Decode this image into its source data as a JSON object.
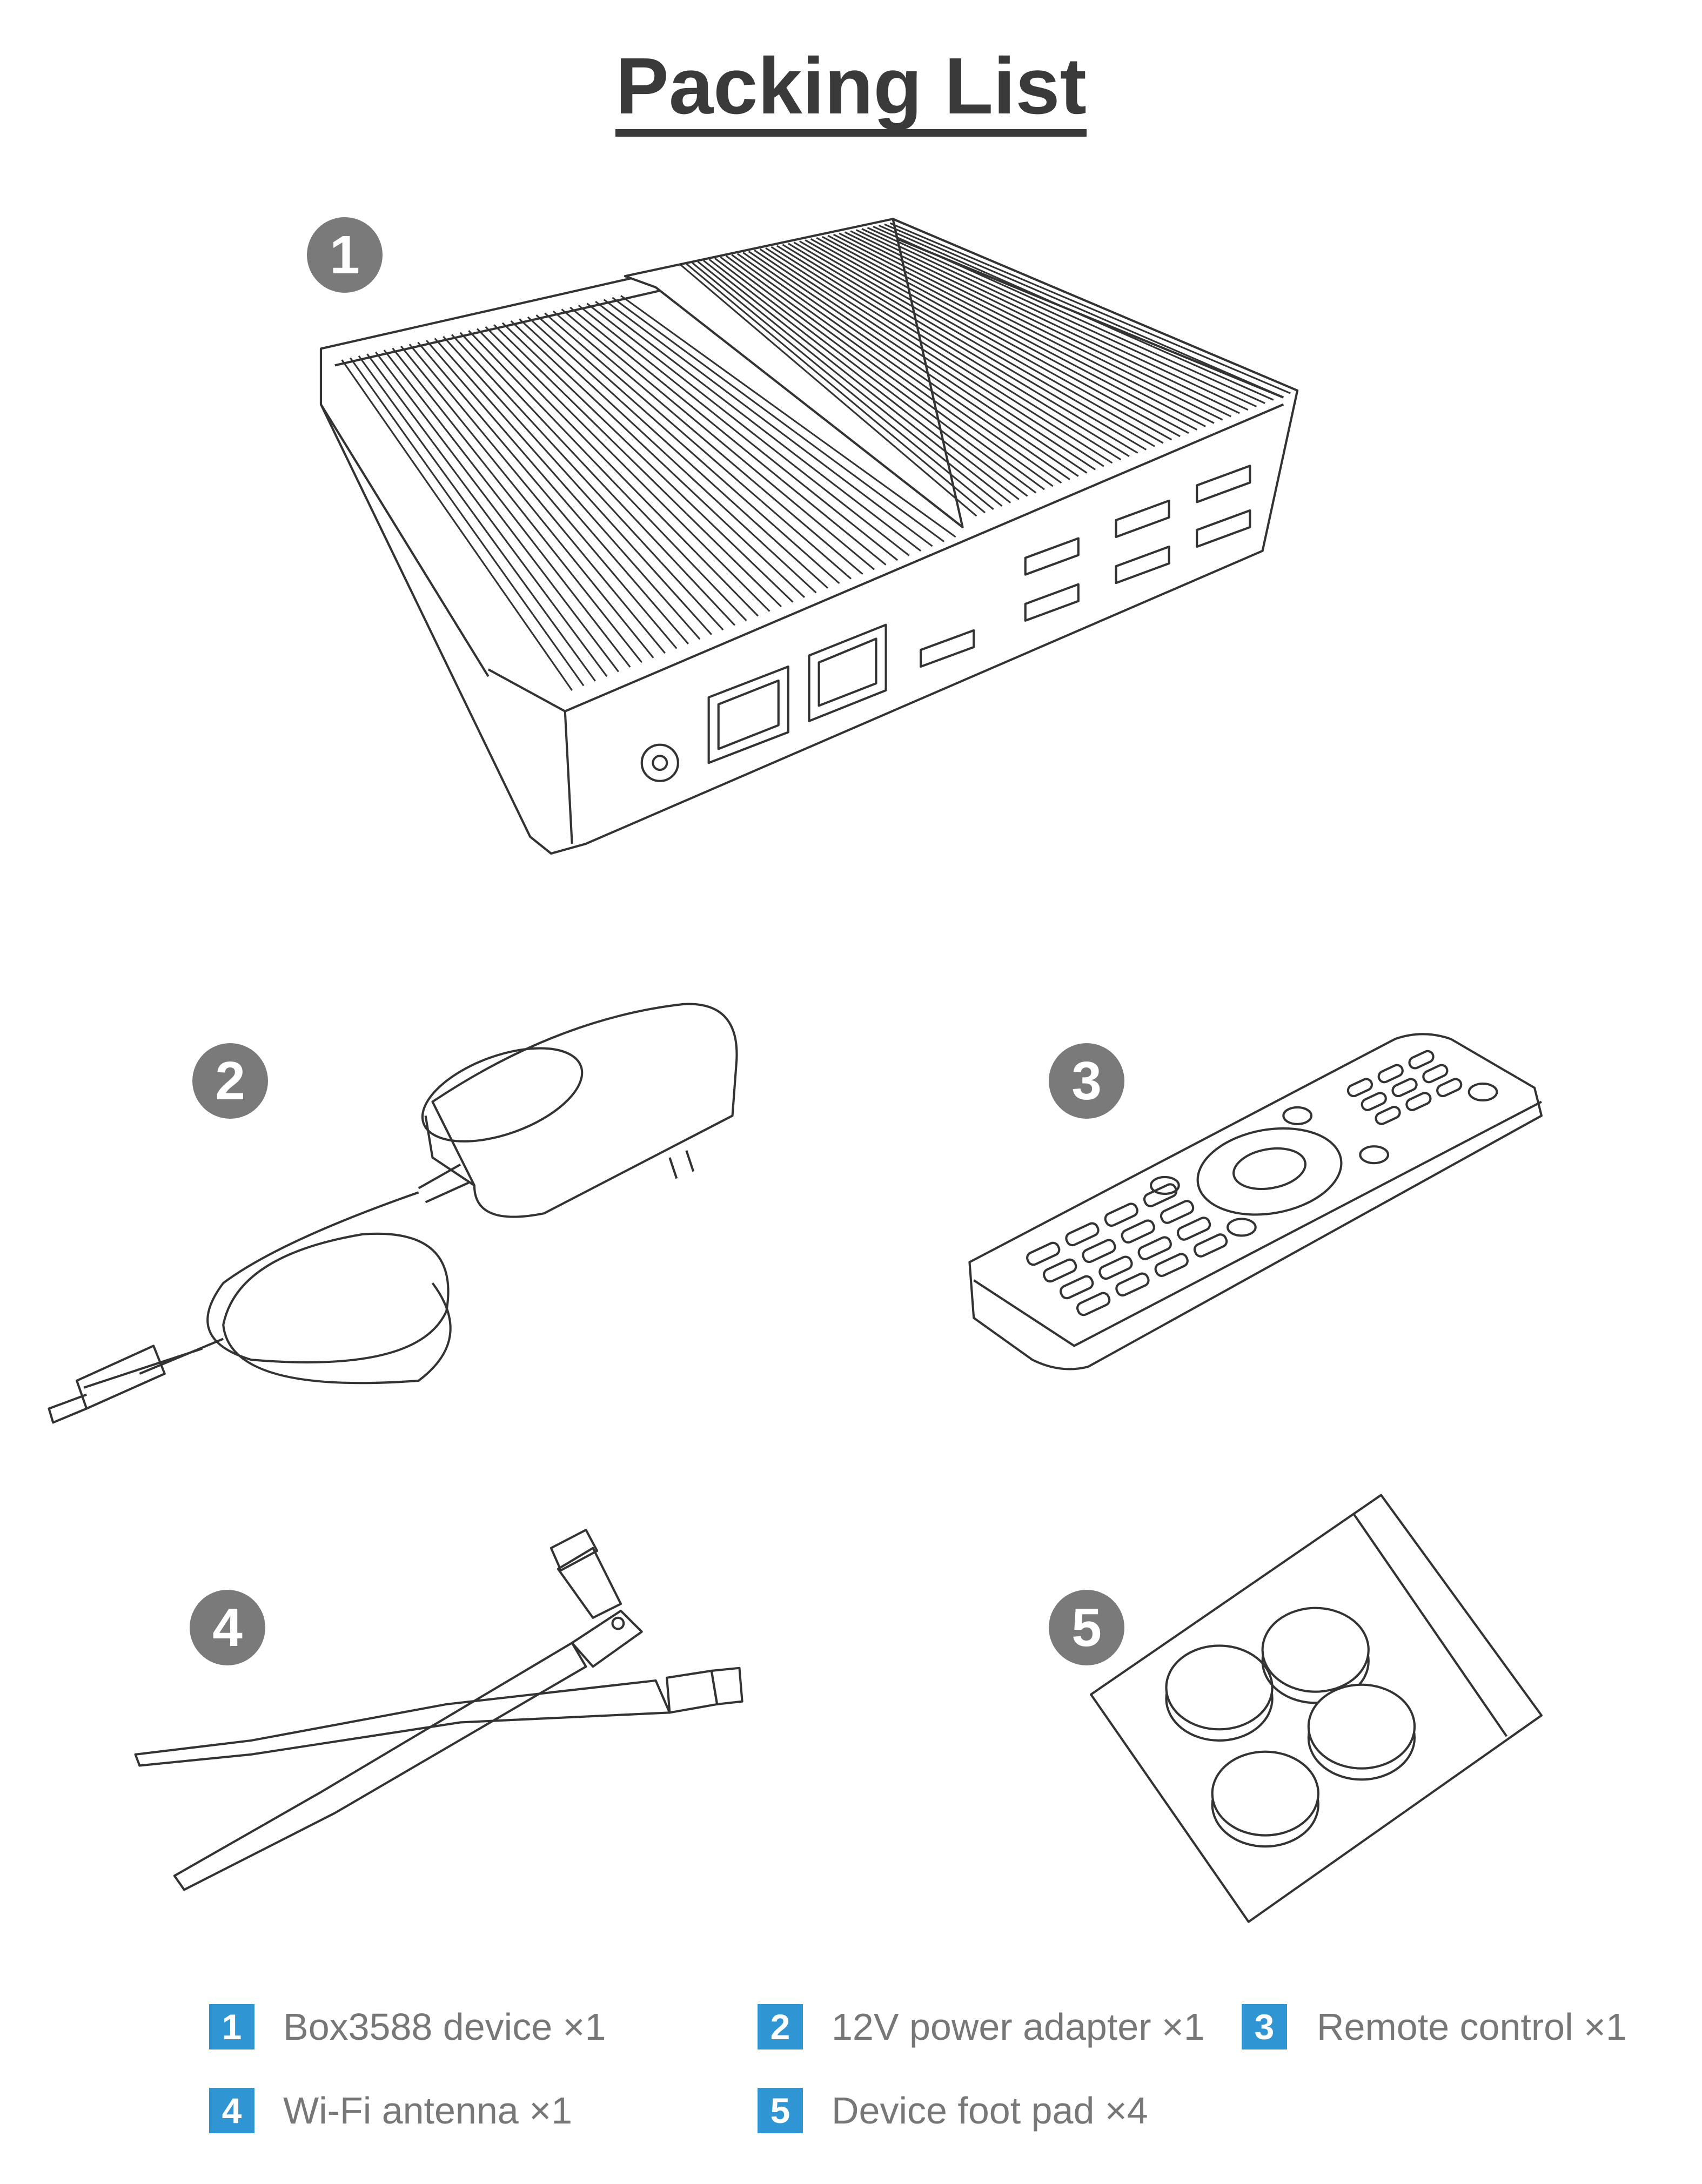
{
  "title": "Packing List",
  "callouts": [
    "1",
    "2",
    "3",
    "4",
    "5"
  ],
  "items": [
    {
      "num": "1",
      "label": "Box3588 device",
      "qty": "×1"
    },
    {
      "num": "2",
      "label": "12V power adapter",
      "qty": "×1"
    },
    {
      "num": "3",
      "label": "Remote control",
      "qty": "×1"
    },
    {
      "num": "4",
      "label": "Wi-Fi antenna",
      "qty": "×1"
    },
    {
      "num": "5",
      "label": "Device foot pad",
      "qty": "×4"
    }
  ],
  "colors": {
    "badge": "#2f96d3",
    "callout": "#7a7a7a",
    "text": "#777777",
    "title": "#3a3a3a"
  }
}
